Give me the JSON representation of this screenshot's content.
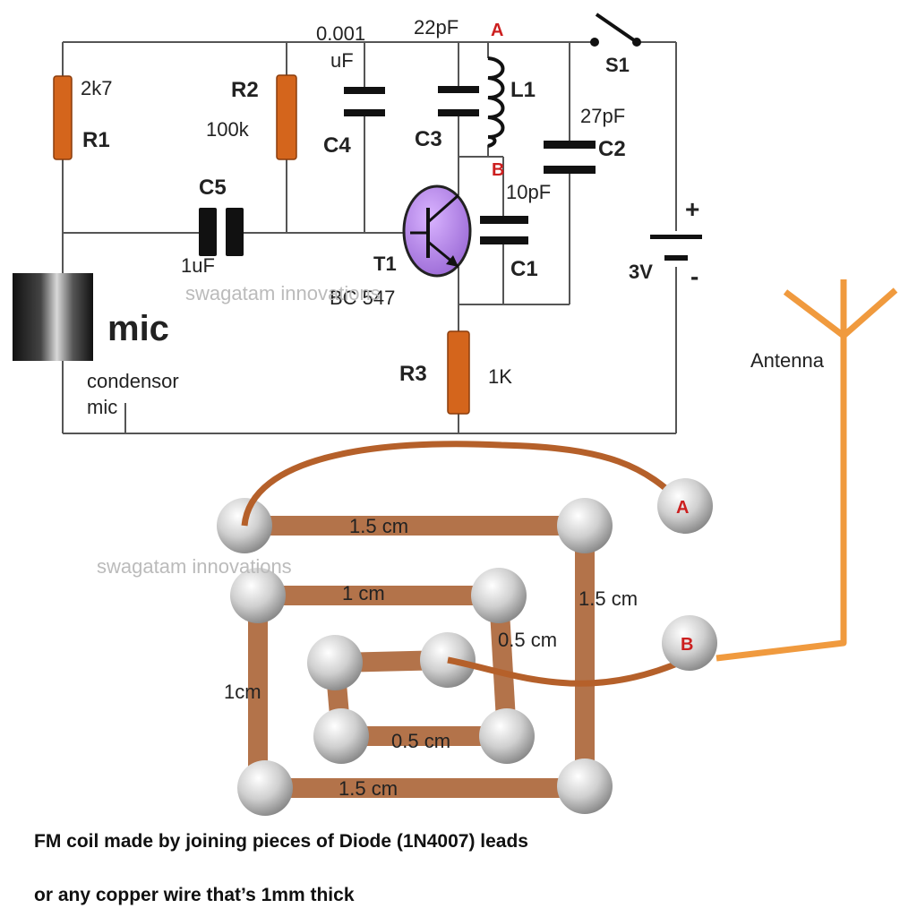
{
  "schematic": {
    "components": {
      "r1": {
        "name": "R1",
        "value": "2k7"
      },
      "r2": {
        "name": "R2",
        "value": "100k"
      },
      "r3": {
        "name": "R3",
        "value": "1K"
      },
      "c1": {
        "name": "C1",
        "value": "10pF"
      },
      "c2": {
        "name": "C2",
        "value": "27pF"
      },
      "c3": {
        "name": "C3",
        "value": "22pF"
      },
      "c4": {
        "name": "C4",
        "value_line1": "0.001",
        "value_line2": "uF"
      },
      "c5": {
        "name": "C5",
        "value": "1uF"
      },
      "l1": {
        "name": "L1"
      },
      "t1": {
        "name": "T1",
        "part": "BC 547"
      },
      "s1": {
        "name": "S1"
      },
      "battery": {
        "label": "3V",
        "plus": "+",
        "minus": "-"
      },
      "mic": {
        "label": "mic",
        "desc_line1": "condensor",
        "desc_line2": "mic"
      }
    },
    "points": {
      "a": "A",
      "b": "B"
    },
    "watermark": "swagatam innovations"
  },
  "coil": {
    "antenna_label": "Antenna",
    "point_a": "A",
    "point_b": "B",
    "watermark": "swagatam innovations",
    "dimensions": {
      "top_outer": "1.5 cm",
      "right_outer": "1.5 cm",
      "bottom_outer": "1.5 cm",
      "upper_inner": "1 cm",
      "left_inner": "1cm",
      "right_inner": "0.5 cm",
      "bottom_inner": "0.5 cm"
    }
  },
  "caption": {
    "line1": "FM coil made by joining pieces of Diode (1N4007) leads",
    "line2": "or any copper wire that’s 1mm thick"
  }
}
